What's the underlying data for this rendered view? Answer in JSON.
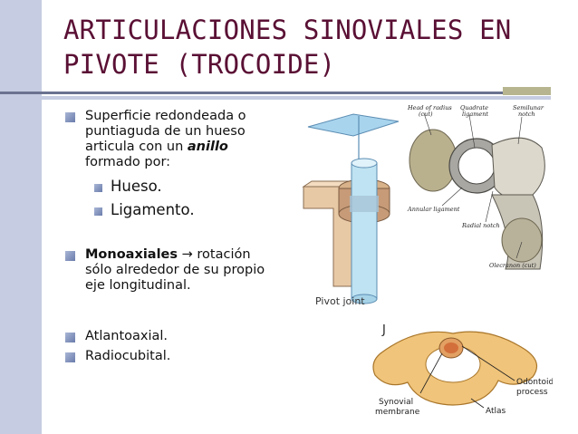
{
  "title": {
    "line1": "ARTICULACIONES SINOVIALES EN",
    "line2": "PIVOTE (TROCOIDE)"
  },
  "bullets": {
    "b1": {
      "line1": "Superficie redondeada o",
      "line2": "puntiaguda de un hueso",
      "line3_pre": "articula con un ",
      "line3_em": "anillo",
      "line4": "formado por:"
    },
    "sub": [
      "Hueso.",
      "Ligamento."
    ],
    "b2": {
      "strong": "Monoaxiales",
      "arrow": "→",
      "rest1": " rotación",
      "line2": "sólo alrededor de su propio",
      "line3": "eje longitudinal."
    },
    "b3": "Atlantoaxial.",
    "b4": "Radiocubital."
  },
  "figures": {
    "pivot_joint_label": "Pivot joint",
    "ulna_labels": {
      "head_radius": "Head of radius",
      "head_radius_sub": "(cut)",
      "quadrate": "Quadrate",
      "quadrate_sub": "ligament",
      "semilunar": "Semilunar",
      "semilunar_sub": "notch",
      "annular": "Annular ligament",
      "radial_notch": "Radial notch",
      "olecranon": "Olecranon (cut)"
    },
    "atlas_labels": {
      "panel_letter": "J",
      "odontoid": "Odontoid",
      "odontoid_sub": "process",
      "synovial": "Synovial",
      "synovial_sub": "membrane",
      "atlas": "Atlas"
    }
  }
}
